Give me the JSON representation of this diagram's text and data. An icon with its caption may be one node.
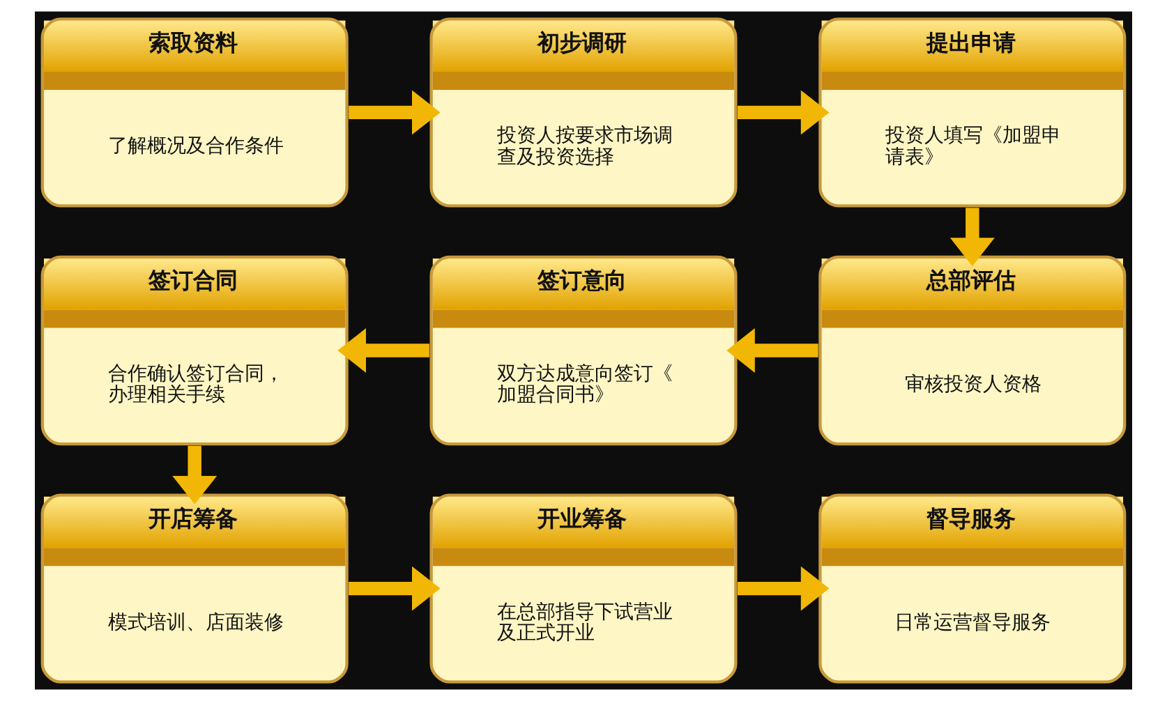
{
  "diagram": {
    "nodes": [
      {
        "text": [
          "索取资料",
          "了解概况及合作条件"
        ]
      },
      {
        "text": [
          "初步调研",
          "投资人按要求市场调查及投资选择"
        ]
      },
      {
        "text": [
          "提出申请",
          "投资人填写《加盟申请表》"
        ]
      },
      {
        "text": [
          "总部评估",
          "审核投资人资格"
        ]
      },
      {
        "text": [
          "签订意向",
          "双方达成意向签订《加盟合同书》"
        ]
      },
      {
        "text": [
          "签订合同",
          "合作确认签订合同，办理相关手续"
        ]
      },
      {
        "text": [
          "开店筹备",
          "模式培训、店面装修"
        ]
      },
      {
        "text": [
          "开业筹备",
          "在总部指导下试营业及正式开业"
        ]
      },
      {
        "text": [
          "督导服务",
          "日常运营督导服务"
        ]
      }
    ],
    "edges": [
      {
        "from": 0,
        "to": 1,
        "arrow": "to"
      },
      {
        "from": 1,
        "to": 2,
        "arrow": "to"
      },
      {
        "from": 2,
        "to": 3,
        "arrow": "to"
      },
      {
        "from": 3,
        "to": 4,
        "arrow": "to"
      },
      {
        "from": 4,
        "to": 5,
        "arrow": "to"
      },
      {
        "from": 5,
        "to": 6,
        "arrow": "to"
      },
      {
        "from": 6,
        "to": 7,
        "arrow": "to"
      },
      {
        "from": 7,
        "to": 8,
        "arrow": "to"
      }
    ]
  }
}
